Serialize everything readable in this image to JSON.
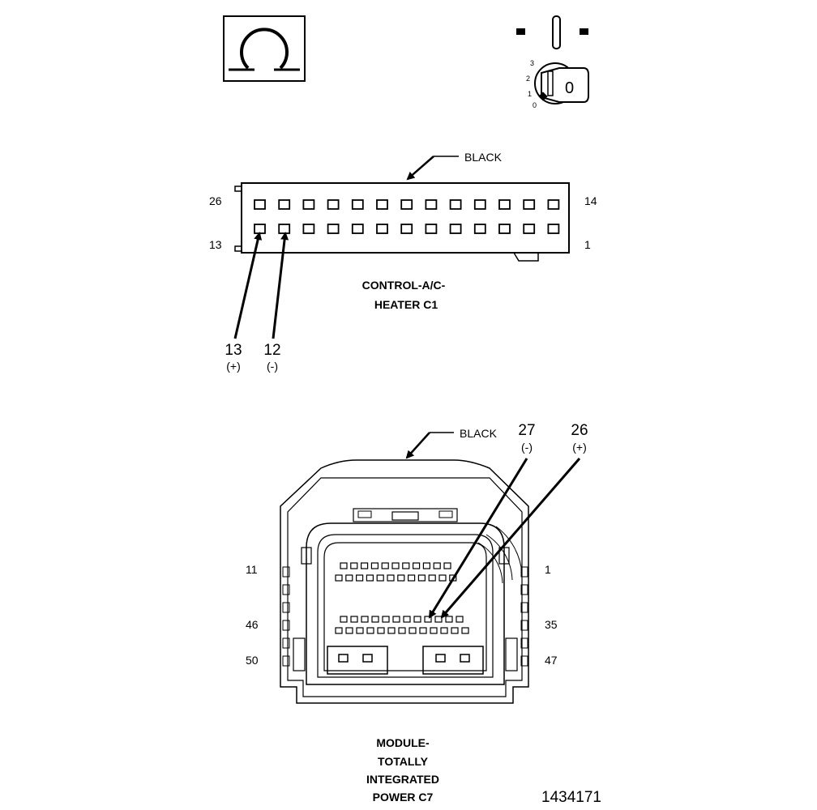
{
  "ohmmeter_icon": {
    "symbol": "Ω"
  },
  "ignition_icon": {
    "key_label": "0",
    "positions": [
      "3",
      "2",
      "1",
      "0"
    ]
  },
  "connector_c1": {
    "color_label": "BLACK",
    "pin_top_left": "26",
    "pin_top_right": "14",
    "pin_bottom_left": "13",
    "pin_bottom_right": "1",
    "title_line1": "CONTROL-A/C-",
    "title_line2": "HEATER C1",
    "probe_pos_num": "13",
    "probe_pos_sign": "(+)",
    "probe_neg_num": "12",
    "probe_neg_sign": "(-)"
  },
  "connector_c7": {
    "color_label": "BLACK",
    "probe_neg_num": "27",
    "probe_neg_sign": "(-)",
    "probe_pos_num": "26",
    "probe_pos_sign": "(+)",
    "pin_11": "11",
    "pin_1": "1",
    "pin_46": "46",
    "pin_35": "35",
    "pin_50": "50",
    "pin_47": "47",
    "title_line1": "MODULE-",
    "title_line2": "TOTALLY",
    "title_line3": "INTEGRATED",
    "title_line4": "POWER C7"
  },
  "figure_number": "1434171"
}
